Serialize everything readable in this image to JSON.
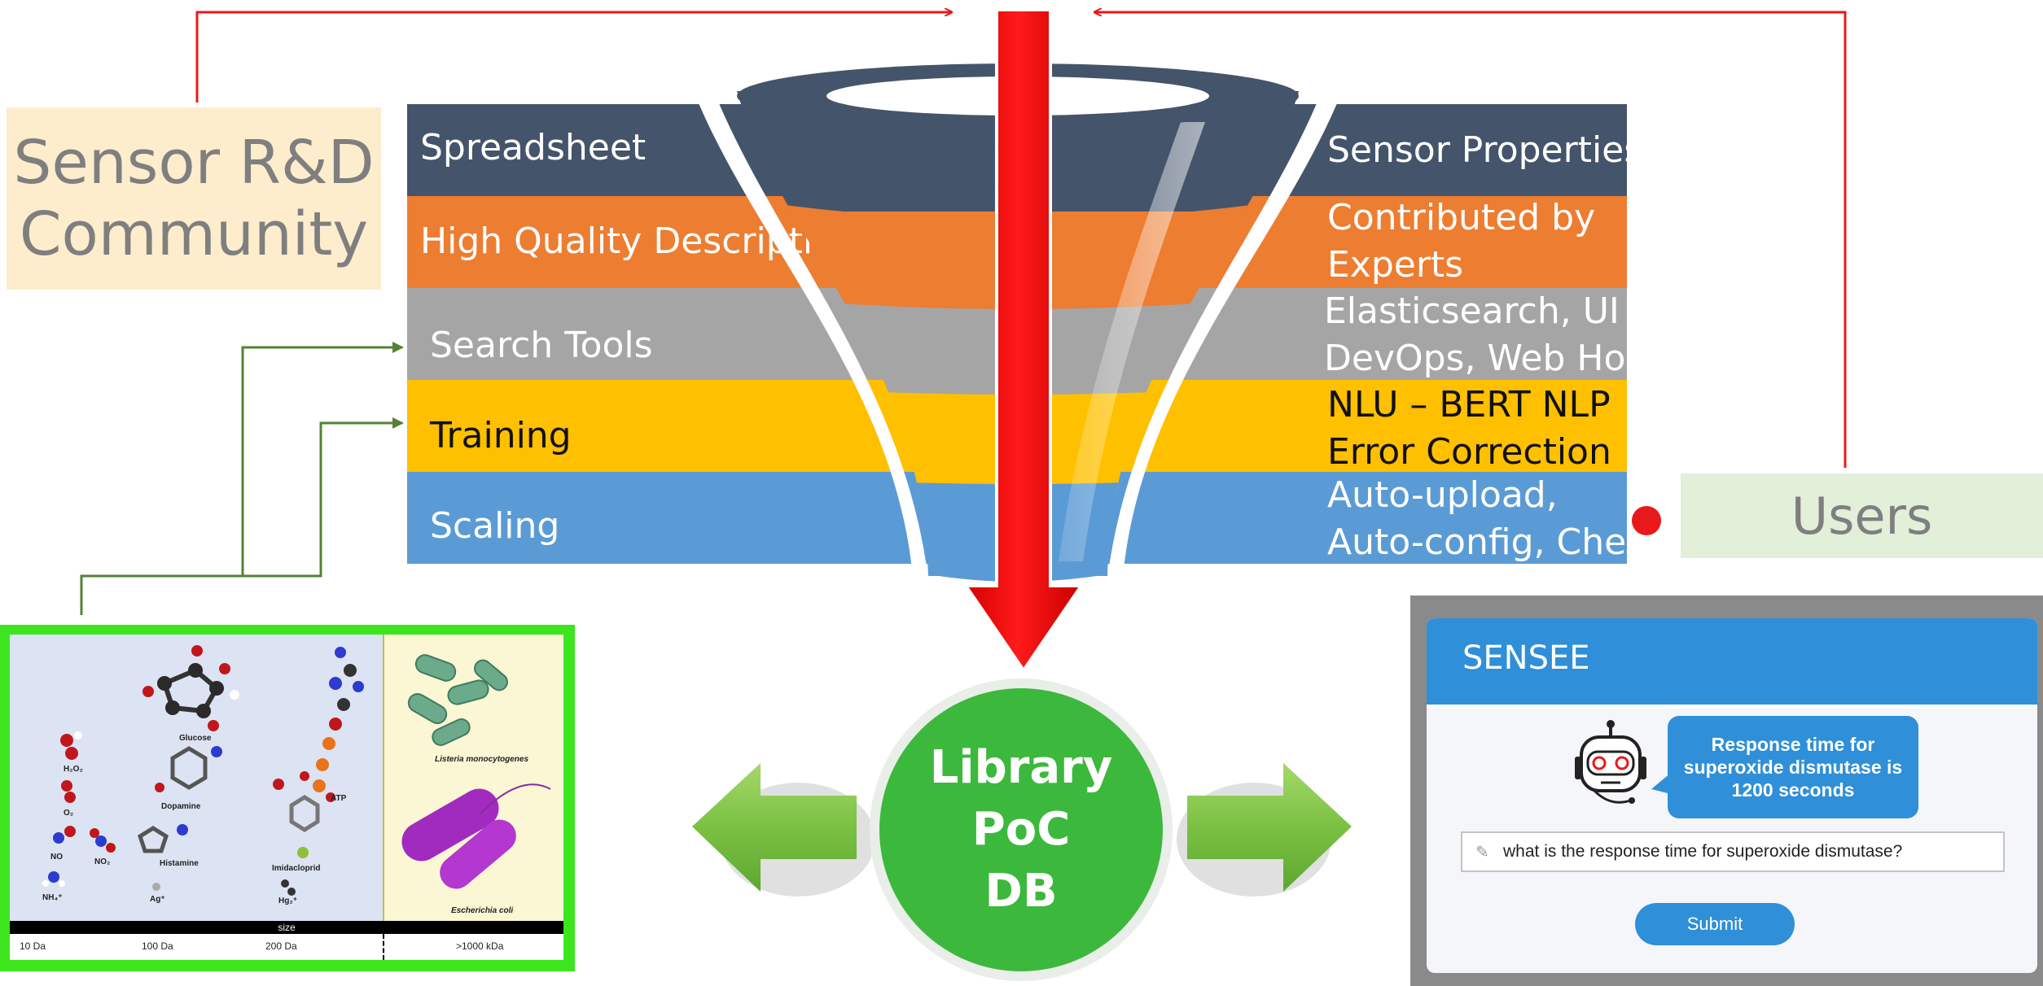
{
  "community": {
    "line1": "Sensor R&D",
    "line2": "Community"
  },
  "funnel_rows": [
    {
      "left": "Spreadsheet",
      "right": [
        "Sensor Properties"
      ],
      "color": "#44546a"
    },
    {
      "left": "High Quality Description",
      "right": [
        "Contributed by",
        "Experts"
      ],
      "color": "#ed7d31"
    },
    {
      "left": "Search Tools",
      "right": [
        "Elasticsearch, UI",
        "DevOps, Web Host"
      ],
      "color": "#a5a5a5"
    },
    {
      "left": "Training",
      "right": [
        "NLU – BERT NLP",
        "Error Correction"
      ],
      "color": "#ffc000"
    },
    {
      "left": "Scaling",
      "right": [
        "Auto-upload,",
        "Auto-config, Check"
      ],
      "color": "#5b9bd5"
    }
  ],
  "users": {
    "label": "Users"
  },
  "database": {
    "line1": "Library",
    "line2": "PoC",
    "line3": "DB",
    "color": "#3cb83c"
  },
  "chatbot": {
    "title": "SENSEE",
    "answer": "Response time for superoxide dismutase is 1200 seconds",
    "question": "what is the response time for superoxide dismutase?",
    "submit_label": "Submit"
  },
  "science_panel": {
    "molecules": [
      "Glucose",
      "ATP",
      "H₂O₂",
      "O₂",
      "Dopamine",
      "NO",
      "NO₂",
      "Histamine",
      "Imidacloprid",
      "NH₄⁺",
      "Ag⁺",
      "Hg₂⁺"
    ],
    "organisms": [
      "Listeria monocytogenes",
      "Escherichia coli"
    ],
    "size_label": "size",
    "scale": [
      "10 Da",
      "100 Da",
      "200 Da",
      ">1000 kDa"
    ]
  },
  "colors": {
    "arrow_red": "#ff0000",
    "connector_red": "#e8191b",
    "connector_green": "#548235",
    "green_arrow": "#7ac143"
  }
}
